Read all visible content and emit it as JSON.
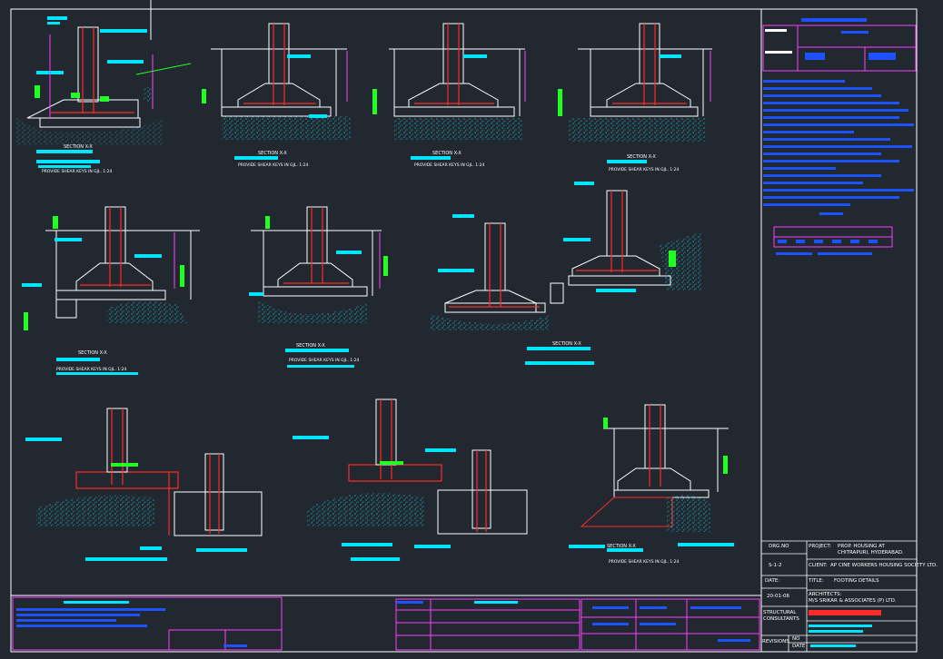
{
  "colors": {
    "background": "#212830",
    "frame": "#ffffff",
    "concrete": "#ffffff",
    "rebar": "#ff2a2a",
    "dimension": "#ff3cff",
    "label": "#00e5ff",
    "marker": "#22ff22",
    "soil": "#00e5ff",
    "stamp": "#ff2a2a"
  },
  "section_captions": [
    {
      "title": "SECTION X-X",
      "note": "PROVIDE SHEAR KEYS IN GJL. 1:24"
    },
    {
      "title": "SECTION X-X",
      "note": "PROVIDE SHEAR KEYS IN GJL. 1:24"
    },
    {
      "title": "SECTION X-X",
      "note": "PROVIDE SHEAR KEYS IN GJL. 1:24"
    },
    {
      "title": "SECTION X-X",
      "note": "PROVIDE SHEAR KEYS IN GJL. 1:24"
    },
    {
      "title": "SECTION X-X",
      "note": "PROVIDE SHEAR KEYS IN GJL. 1:24"
    },
    {
      "title": "SECTION X-X",
      "note": "PROVIDE SHEAR KEYS IN GJL. 1:24"
    },
    {
      "title": "SECTION X-X",
      "note": ""
    },
    {
      "title": "SECTION X-X",
      "note": "PROVIDE SHEAR KEYS IN GJL. 1:24"
    }
  ],
  "title_block": {
    "drg_no_label": "DRG.NO",
    "drg_no": "S-1-2",
    "project_label": "PROJECT:",
    "project_line1": "PROP. HOUSING AT",
    "project_line2": "CHITRAPURI, HYDERABAD.",
    "client_label": "CLIENT:",
    "client": "AP CINE WORKERS HOUSING SOCIETY LTD.",
    "date_label": "DATE:",
    "date": "20-01-06",
    "title_label": "TITLE:",
    "title": "FOOTING DETAILS",
    "architects_label": "ARCHITECTS:",
    "architects": "M/S SRIKAR & ASSOCIATES (P) LTD.",
    "consultants_label": "STRUCTURAL CONSULTANTS",
    "revisions_label": "REVISIONS",
    "no_label": "NO",
    "date_col_label": "DATE"
  }
}
